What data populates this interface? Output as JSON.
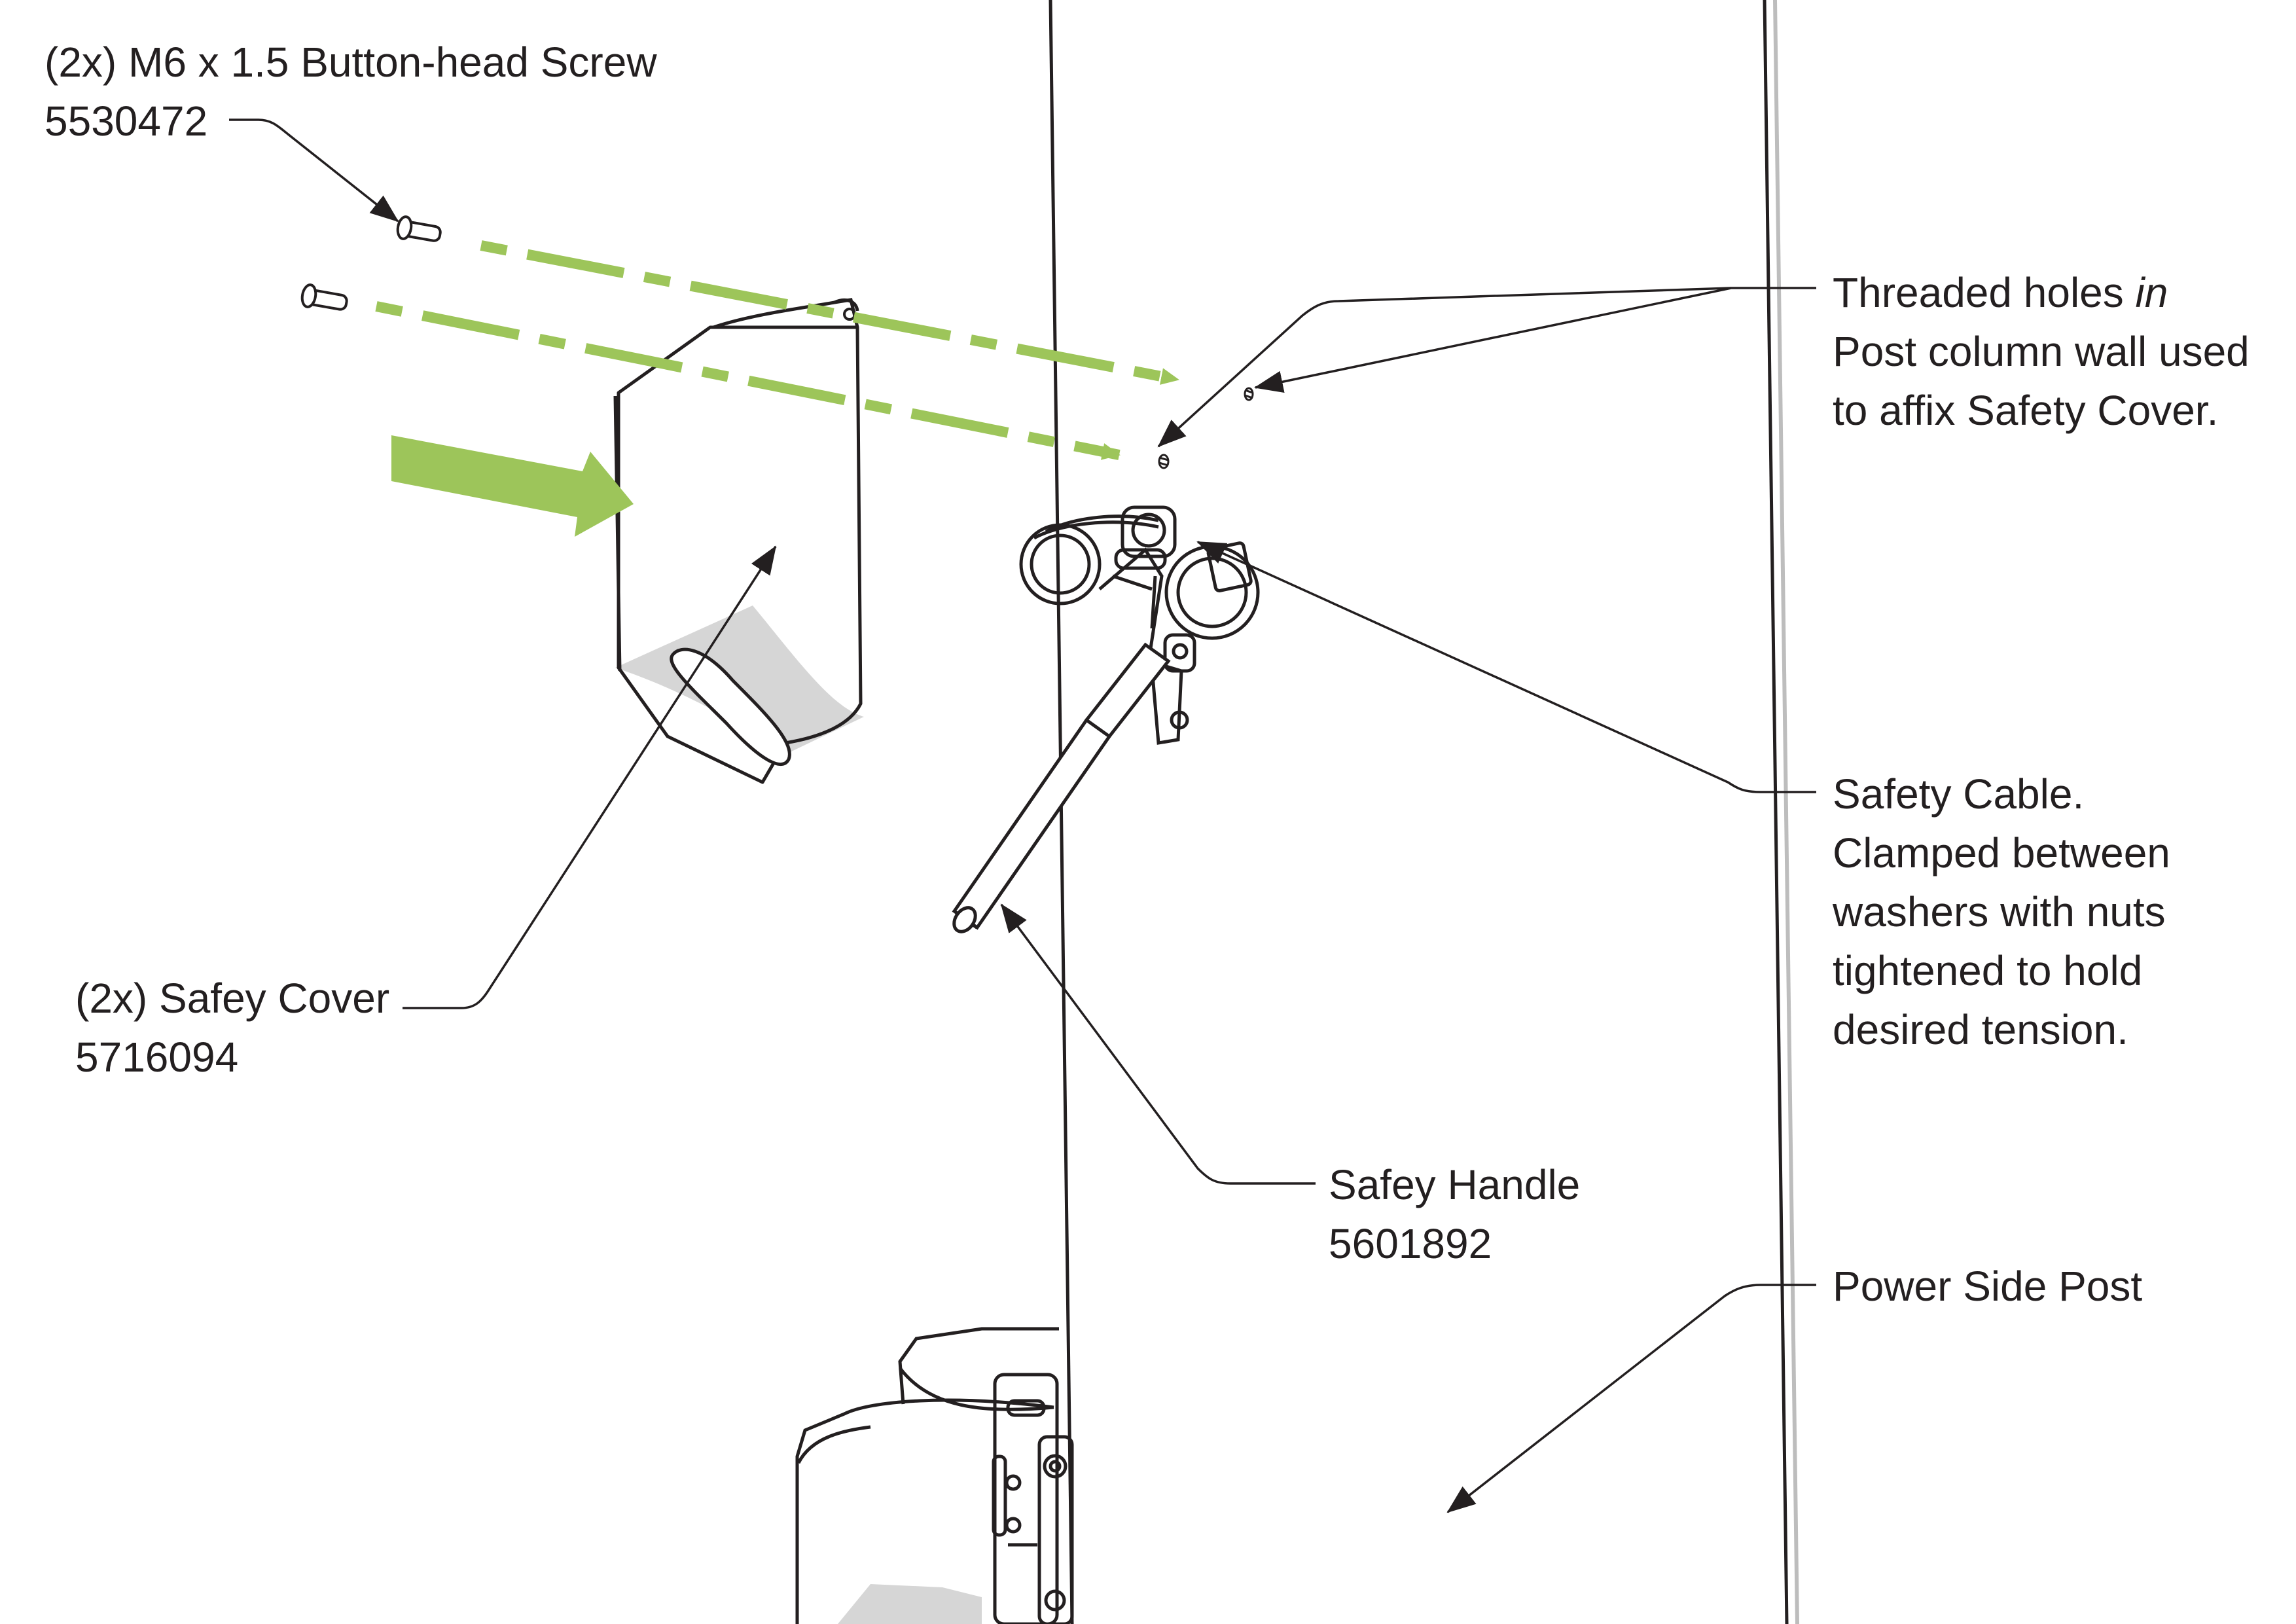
{
  "callouts": {
    "screw": {
      "line1": "(2x) M6 x 1.5 Button-head Screw",
      "line2": "5530472"
    },
    "threaded_holes": {
      "line1_prefix": "Threaded holes ",
      "line1_emphasis": "in",
      "line2": "Post column wall used",
      "line3": "to affix Safety Cover."
    },
    "safety_cable": {
      "line1": "Safety Cable.",
      "line2": "Clamped between",
      "line3": "washers with nuts",
      "line4": "tightened to hold",
      "line5": "desired tension."
    },
    "safety_cover": {
      "line1": "(2x) Safey Cover",
      "line2": "5716094"
    },
    "safety_handle": {
      "line1": "Safey Handle",
      "line2": "5601892"
    },
    "power_side_post": {
      "line1": "Power Side Post"
    }
  },
  "colors": {
    "ink": "#231f20",
    "accent_green": "#9dc55a",
    "shadow_gray": "#d6d6d6"
  }
}
